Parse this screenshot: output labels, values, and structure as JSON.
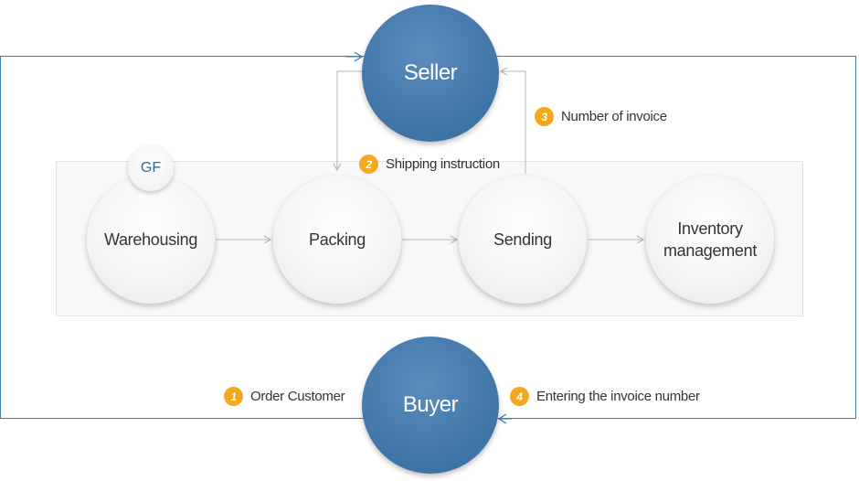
{
  "roles": {
    "seller": "Seller",
    "buyer": "Buyer"
  },
  "badge": "GF",
  "steps": [
    {
      "label": "Warehousing"
    },
    {
      "label": "Packing"
    },
    {
      "label": "Sending"
    },
    {
      "label": "Inventory management"
    }
  ],
  "flows": [
    {
      "number": "1",
      "label": "Order Customer"
    },
    {
      "number": "2",
      "label": "Shipping instruction"
    },
    {
      "number": "3",
      "label": "Number of invoice"
    },
    {
      "number": "4",
      "label": "Entering the invoice number"
    }
  ],
  "colors": {
    "role_blue": "#3f74a6",
    "frame_blue": "#3f7cab",
    "badge_orange": "#f4a81d",
    "connector_gray": "#b5b5b5"
  }
}
